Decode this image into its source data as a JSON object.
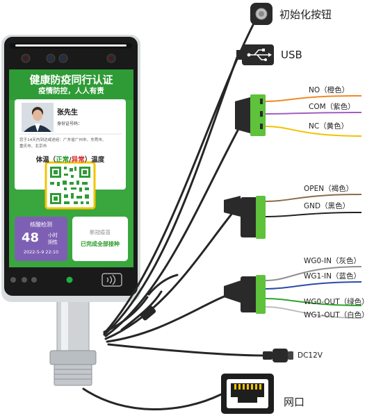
{
  "device": {
    "banner_title": "健康防疫同行认证",
    "banner_subtitle": "疫情防控，人人有责",
    "name": "张先生",
    "id_label": "身份证号码：",
    "travel_text_line1": "您于14天内到达或途经：广东省广州市、东莞市、",
    "travel_text_line2": "重庆市、北京市",
    "temp_prefix": "体温（",
    "temp_normal": "正常",
    "temp_sep": "/",
    "temp_abnormal": "异常",
    "temp_suffix": "）温度",
    "nucleic_title": "核酸检测",
    "nucleic_hours": "48",
    "nucleic_unit": "小时",
    "nucleic_result": "阴性",
    "nucleic_date": "2022-5-9 22:10",
    "vaccine_title": "新冠疫苗",
    "vaccine_status": "已完成全部接种"
  },
  "labels": {
    "reset": "初始化按钮",
    "usb": "USB",
    "no": "NO（橙色）",
    "com": "COM（紫色）",
    "nc": "NC（黄色）",
    "open": "OPEN（褐色）",
    "gnd": "GND（黑色）",
    "wg0in": "WG0-IN（灰色）",
    "wg1in": "WG1-IN（蓝色）",
    "wg0out": "WG0-OUT（绿色）",
    "wg1out": "WG1-OUT（白色）",
    "dc": "DC12V",
    "net": "网口"
  },
  "colors": {
    "screen_green": "#3aa63e",
    "connector_green": "#5ec23a",
    "cable": "#262626",
    "no": "#f08a24",
    "com": "#a05ec0",
    "nc": "#f2c200",
    "open": "#8a6b4a",
    "gnd": "#222222",
    "wg0in": "#8f8f8f",
    "wg1in": "#2b4aa8",
    "wg0out": "#2aa52a",
    "wg1out": "#bdbdbd"
  }
}
